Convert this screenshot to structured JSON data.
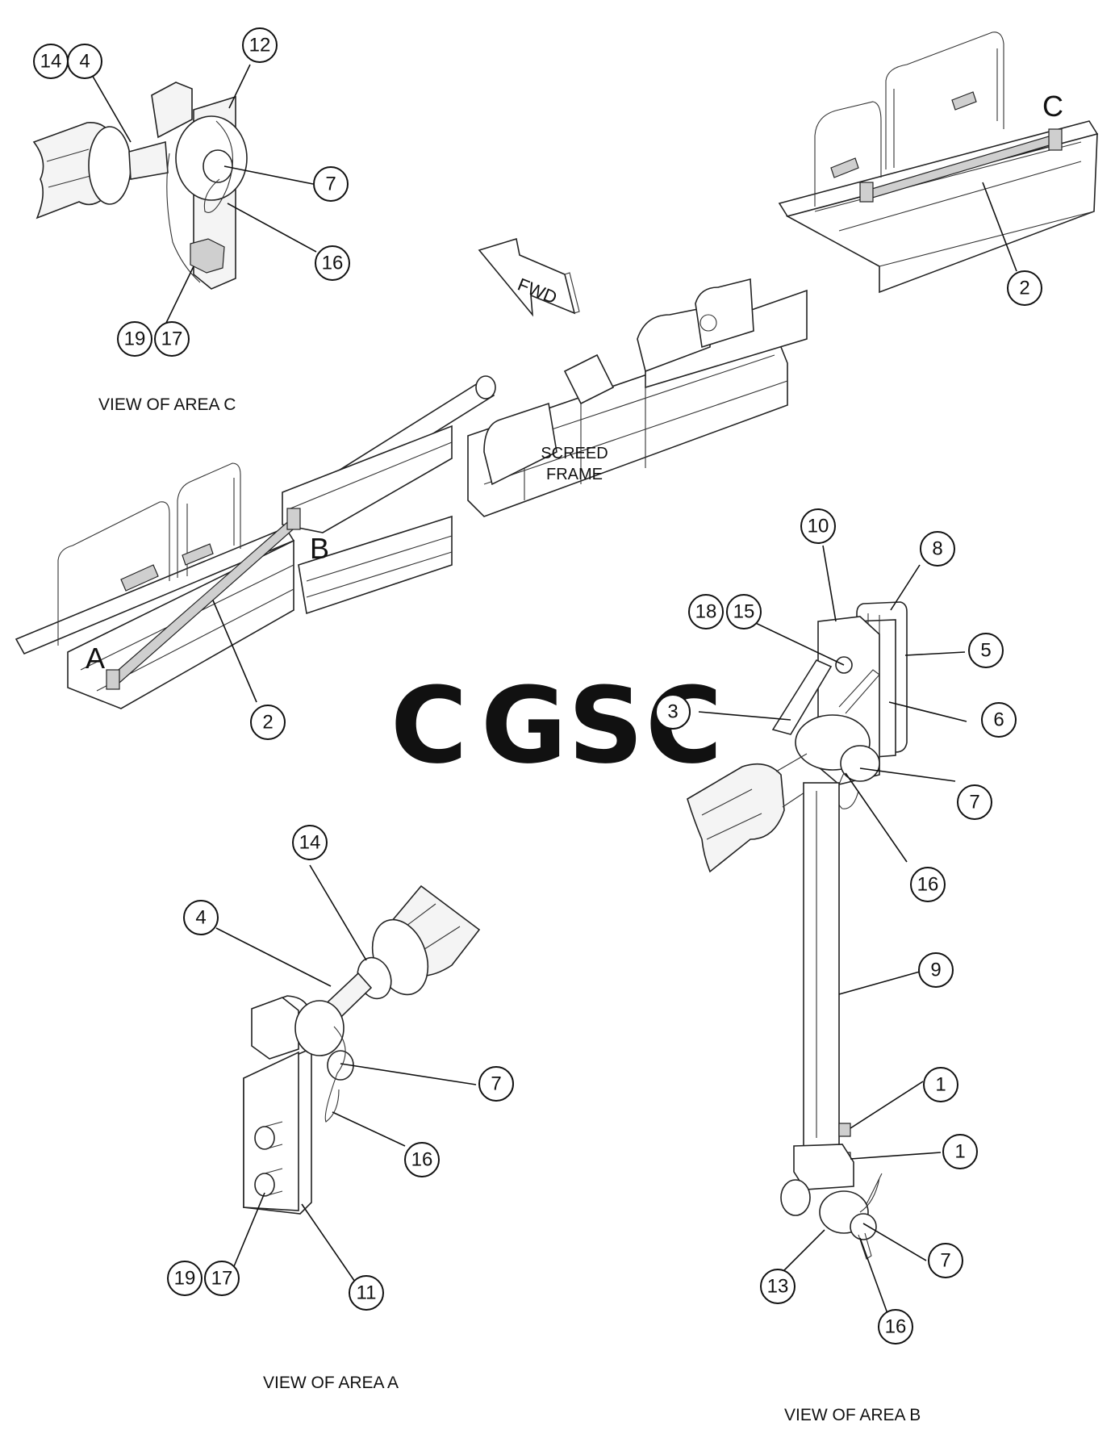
{
  "labels": {
    "view_c": "VIEW OF AREA  C",
    "view_a": "VIEW OF AREA  A",
    "view_b": "VIEW OF AREA  B",
    "screed_line1": "SCREED",
    "screed_line2": "FRAME",
    "fwd": "FWD",
    "area_a": "A",
    "area_b": "B",
    "area_c": "C"
  },
  "watermark": {
    "letters": [
      "C",
      "G",
      "S",
      "C"
    ],
    "colors": [
      "#8fb4f2",
      "#f08f86",
      "#f8d86c",
      "#73bb8c"
    ]
  },
  "callouts": {
    "view_c": [
      "14",
      "4",
      "12",
      "7",
      "16",
      "19",
      "17"
    ],
    "main": [
      "2",
      "2"
    ],
    "view_b": [
      "10",
      "8",
      "18",
      "15",
      "5",
      "3",
      "6",
      "7",
      "16",
      "9",
      "1",
      "1",
      "7",
      "13",
      "16"
    ],
    "view_a": [
      "14",
      "4",
      "7",
      "16",
      "19",
      "17",
      "11"
    ]
  }
}
